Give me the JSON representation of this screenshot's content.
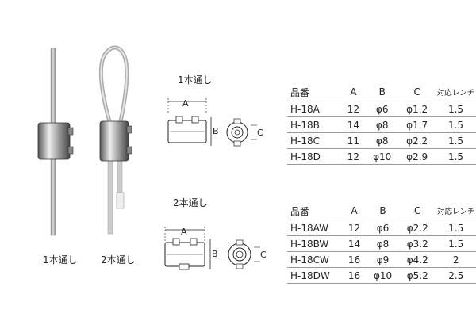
{
  "captions": {
    "single_pass": "1本通し",
    "double_pass": "2本通し"
  },
  "dimension_letters": {
    "a": "A",
    "b": "B",
    "c": "C"
  },
  "table_single": {
    "headers": [
      "品番",
      "A",
      "B",
      "C",
      "対応レンチ"
    ],
    "rows": [
      [
        "H-18A",
        "12",
        "φ6",
        "φ1.2",
        "1.5"
      ],
      [
        "H-18B",
        "14",
        "φ8",
        "φ1.7",
        "1.5"
      ],
      [
        "H-18C",
        "11",
        "φ8",
        "φ2.2",
        "1.5"
      ],
      [
        "H-18D",
        "12",
        "φ10",
        "φ2.9",
        "1.5"
      ]
    ]
  },
  "table_double": {
    "headers": [
      "品番",
      "A",
      "B",
      "C",
      "対応レンチ"
    ],
    "rows": [
      [
        "H-18AW",
        "12",
        "φ6",
        "φ2.2",
        "1.5"
      ],
      [
        "H-18BW",
        "14",
        "φ8",
        "φ3.2",
        "1.5"
      ],
      [
        "H-18CW",
        "16",
        "φ9",
        "φ4.2",
        "2"
      ],
      [
        "H-18DW",
        "16",
        "φ10",
        "φ5.2",
        "2.5"
      ]
    ]
  }
}
